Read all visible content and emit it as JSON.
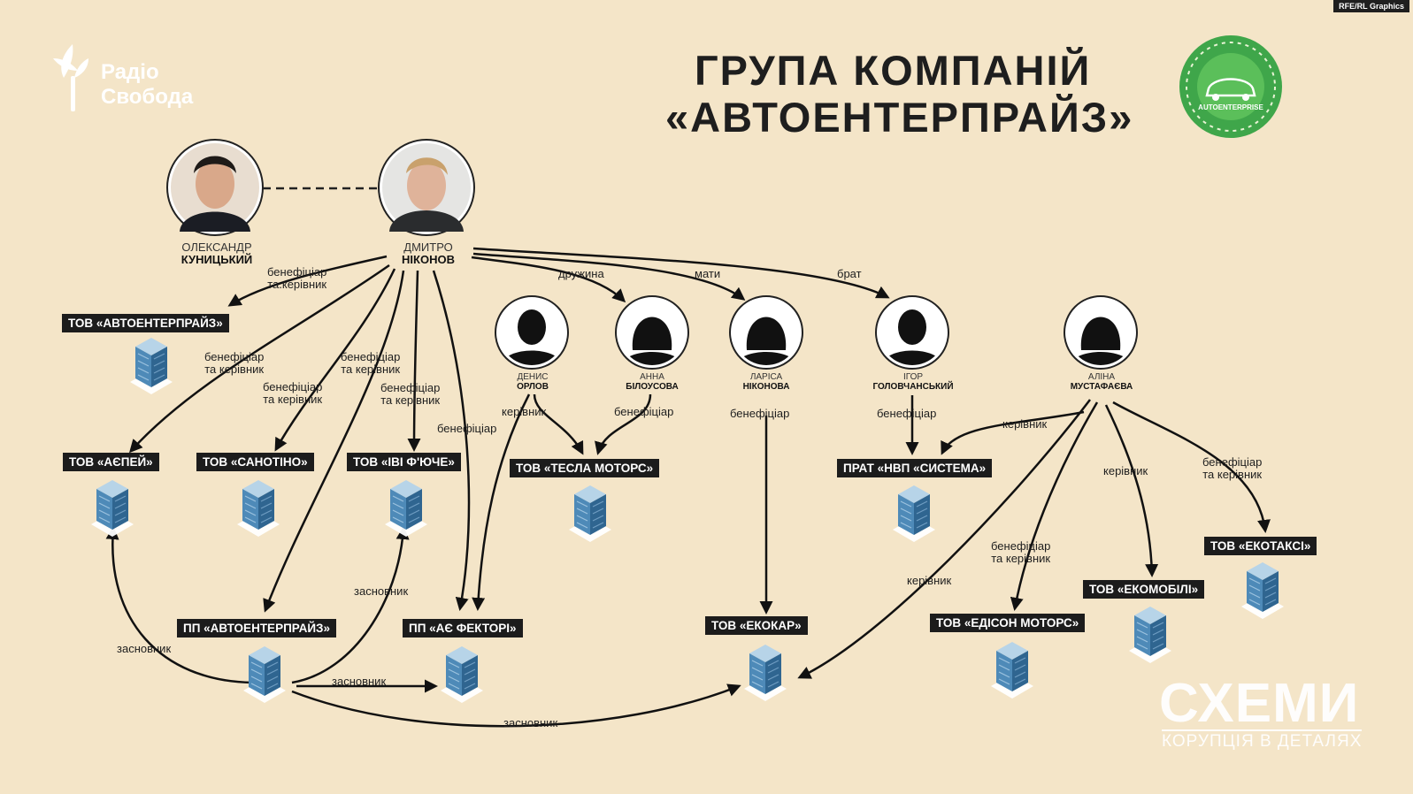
{
  "title": {
    "line1": "ГРУПА КОМПАНІЙ",
    "line2": "«АВТОЕНТЕРПРАЙЗ»"
  },
  "credit": "RFE/RL Graphics",
  "logos": {
    "radio_1": "Радіо",
    "radio_2": "Свобода",
    "schemes": "СХЕМИ",
    "schemes_sub": "КОРУПЦІЯ В ДЕТАЛЯХ",
    "seal": "AUTOENTERPRISE"
  },
  "people": [
    {
      "first": "ОЛЕКСАНДР",
      "last": "КУНИЦЬКИЙ"
    },
    {
      "first": "ДМИТРО",
      "last": "НІКОНОВ"
    },
    {
      "first": "ДЕНИС",
      "last": "ОРЛОВ"
    },
    {
      "first": "АННА",
      "last": "БІЛОУСОВА"
    },
    {
      "first": "ЛАРІСА",
      "last": "НІКОНОВА"
    },
    {
      "first": "ІГОР",
      "last": "ГОЛОВЧАНСЬКИЙ"
    },
    {
      "first": "АЛІНА",
      "last": "МУСТАФАЄВА"
    }
  ],
  "companies": [
    "ТОВ «АВТОЕНТЕРПРАЙЗ»",
    "ТОВ «АЄПЕЙ»",
    "ТОВ «САНОТІНО»",
    "ТОВ «ІВІ Ф'ЮЧЕ»",
    "ТОВ «ТЕСЛА МОТОРС»",
    "ПРАТ «НВП «СИСТЕМА»",
    "ПП «АВТОЕНТЕРПРАЙЗ»",
    "ПП «АЄ ФЕКТОРІ»",
    "ТОВ «ЕКОКАР»",
    "ТОВ «ЕДІСОН МОТОРС»",
    "ТОВ «ЕКОМОБІЛІ»",
    "ТОВ «ЕКОТАКСІ»"
  ],
  "relations": {
    "wife": "дружина",
    "mother": "мати",
    "brother": "брат",
    "ben_mgr_1": "бенефіціар",
    "ben_mgr_2": "та керівник",
    "ben_mgr_2b": "та.керівник",
    "beneficiary": "бенефіціар",
    "manager": "керівник",
    "founder": "засновник"
  }
}
